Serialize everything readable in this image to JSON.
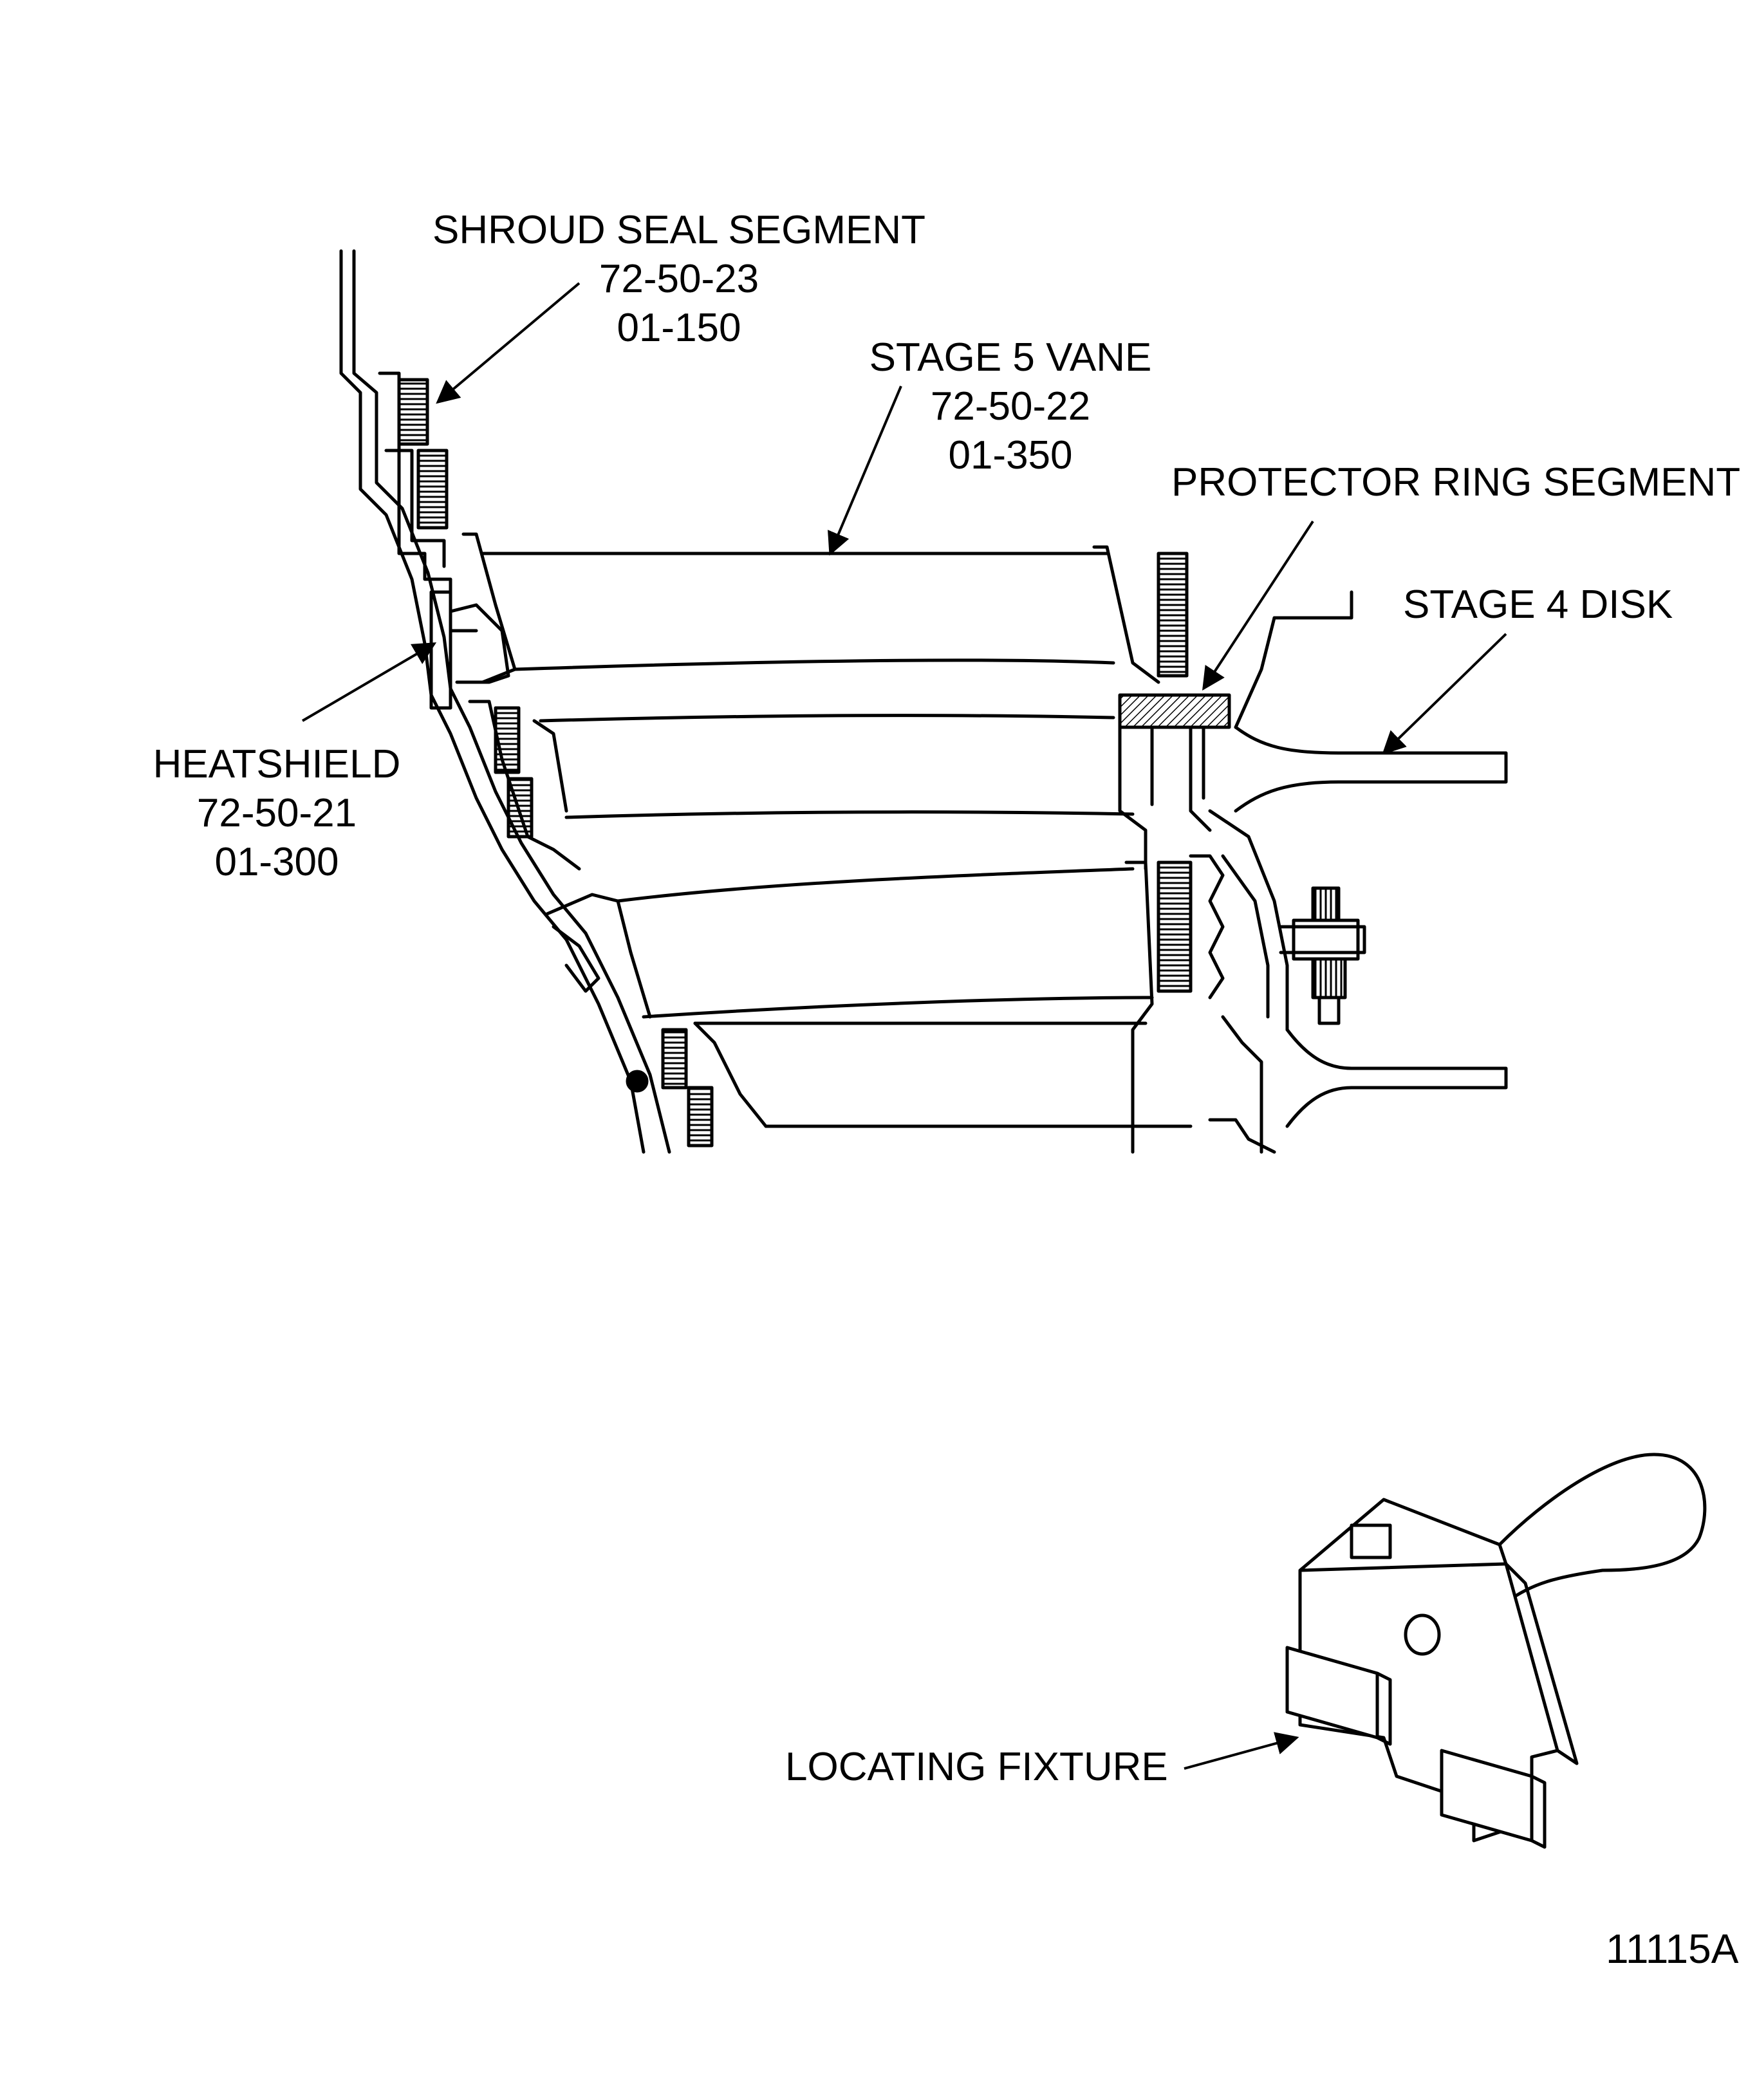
{
  "callouts": {
    "shroud_seal_segment": {
      "name": "SHROUD SEAL SEGMENT",
      "ref1": "72-50-23",
      "ref2": "01-150"
    },
    "stage5_vane": {
      "name": "STAGE 5 VANE",
      "ref1": "72-50-22",
      "ref2": "01-350"
    },
    "protector_ring_segment": {
      "name": "PROTECTOR RING SEGMENT"
    },
    "stage4_disk": {
      "name": "STAGE 4 DISK"
    },
    "heatshield": {
      "name": "HEATSHIELD",
      "ref1": "72-50-21",
      "ref2": "01-300"
    },
    "locating_fixture": {
      "name": "LOCATING FIXTURE"
    }
  },
  "figure_number": "11115A",
  "colors": {
    "line": "#000000",
    "background": "#ffffff"
  }
}
